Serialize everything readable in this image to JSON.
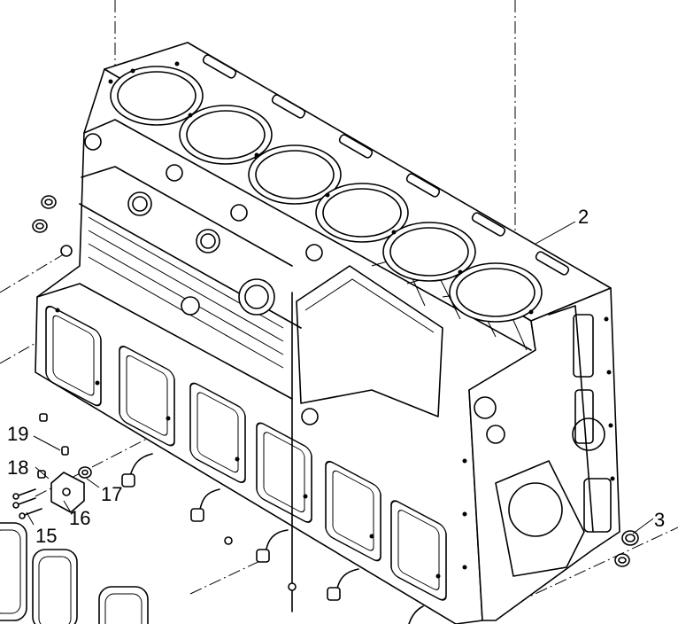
{
  "callouts": {
    "c2": "2",
    "c3": "3",
    "c15": "15",
    "c16": "16",
    "c17": "17",
    "c18": "18",
    "c19": "19"
  }
}
